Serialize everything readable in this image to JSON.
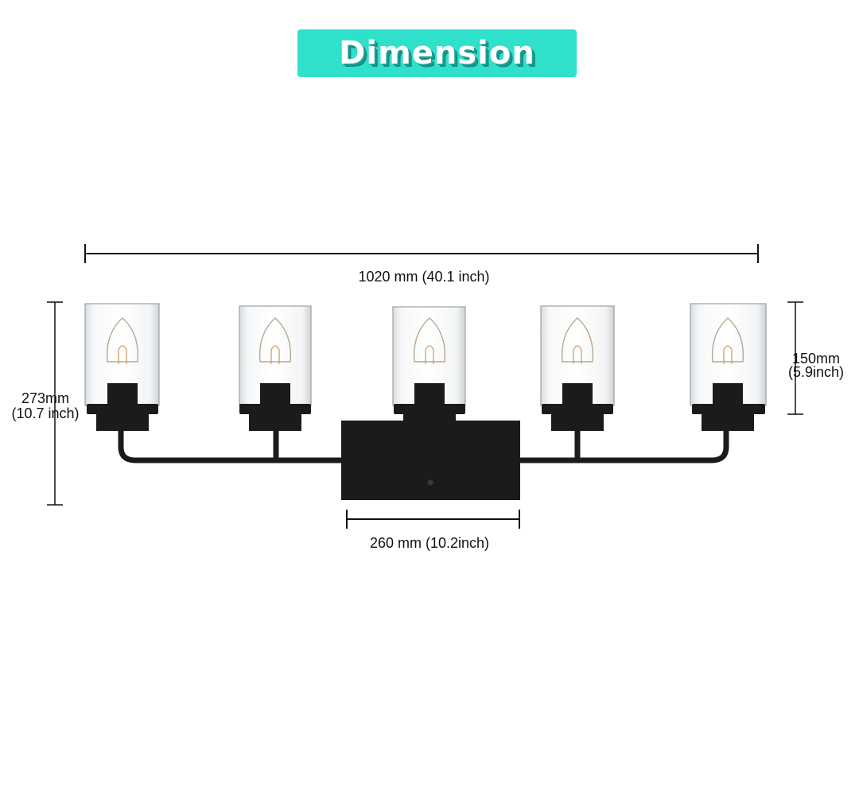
{
  "banner": {
    "title": "Dimension",
    "color": "#2fe0cb"
  },
  "dimensions": {
    "overall_width": "1020 mm (40.1 inch)",
    "height_mm": "273mm",
    "height_in": "(10.7 inch)",
    "shade_height_mm": "150mm",
    "shade_height_in": "(5.9inch)",
    "backplate_width": "260 mm (10.2inch)"
  },
  "fixture": {
    "light_count": 5,
    "finish_color": "#1b1b1b",
    "glass": "clear cylinder",
    "bulb_icon": "edison-bulb-icon"
  }
}
